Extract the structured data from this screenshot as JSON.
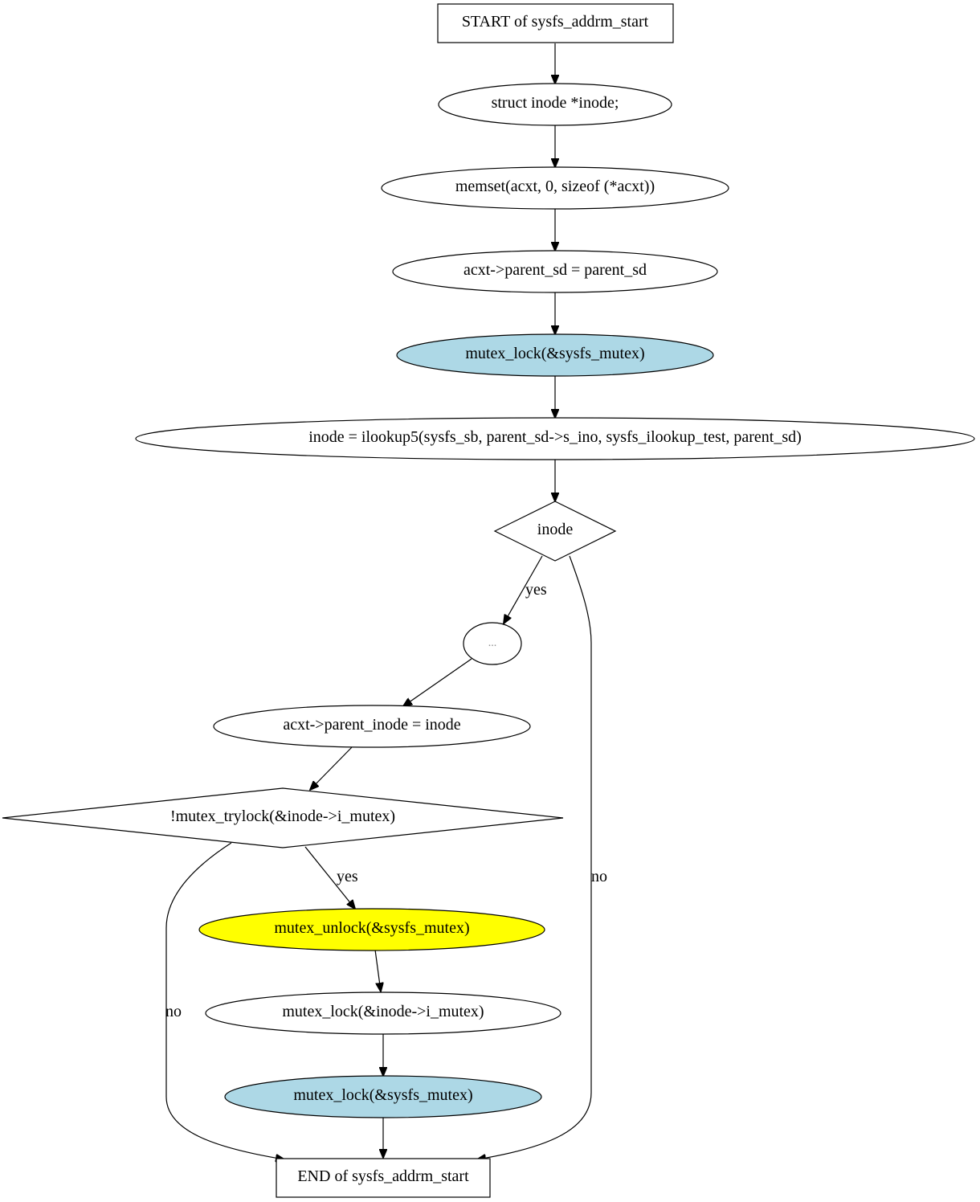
{
  "colors": {
    "background": "#ffffff",
    "default_fill": "#ffffff",
    "lock_fill": "#add8e6",
    "unlock_fill": "#ffff00",
    "stroke": "#000000"
  },
  "nodes": {
    "start": "START of sysfs_addrm_start",
    "decl_inode": "struct inode *inode;",
    "memset": "memset(acxt, 0, sizeof (*acxt))",
    "assign_parent_sd": "acxt->parent_sd = parent_sd",
    "lock_sysfs_1": "mutex_lock(&sysfs_mutex)",
    "ilookup": "inode = ilookup5(sysfs_sb, parent_sd->s_ino, sysfs_ilookup_test, parent_sd)",
    "cond_inode": "inode",
    "ellipsis": "...",
    "assign_parent_inode": "acxt->parent_inode = inode",
    "cond_trylock": "!mutex_trylock(&inode->i_mutex)",
    "unlock_sysfs": "mutex_unlock(&sysfs_mutex)",
    "lock_i_mutex": "mutex_lock(&inode->i_mutex)",
    "lock_sysfs_2": "mutex_lock(&sysfs_mutex)",
    "end": "END of sysfs_addrm_start"
  },
  "edge_labels": {
    "inode_yes": "yes",
    "inode_no": "no",
    "trylock_yes": "yes",
    "trylock_no": "no"
  }
}
